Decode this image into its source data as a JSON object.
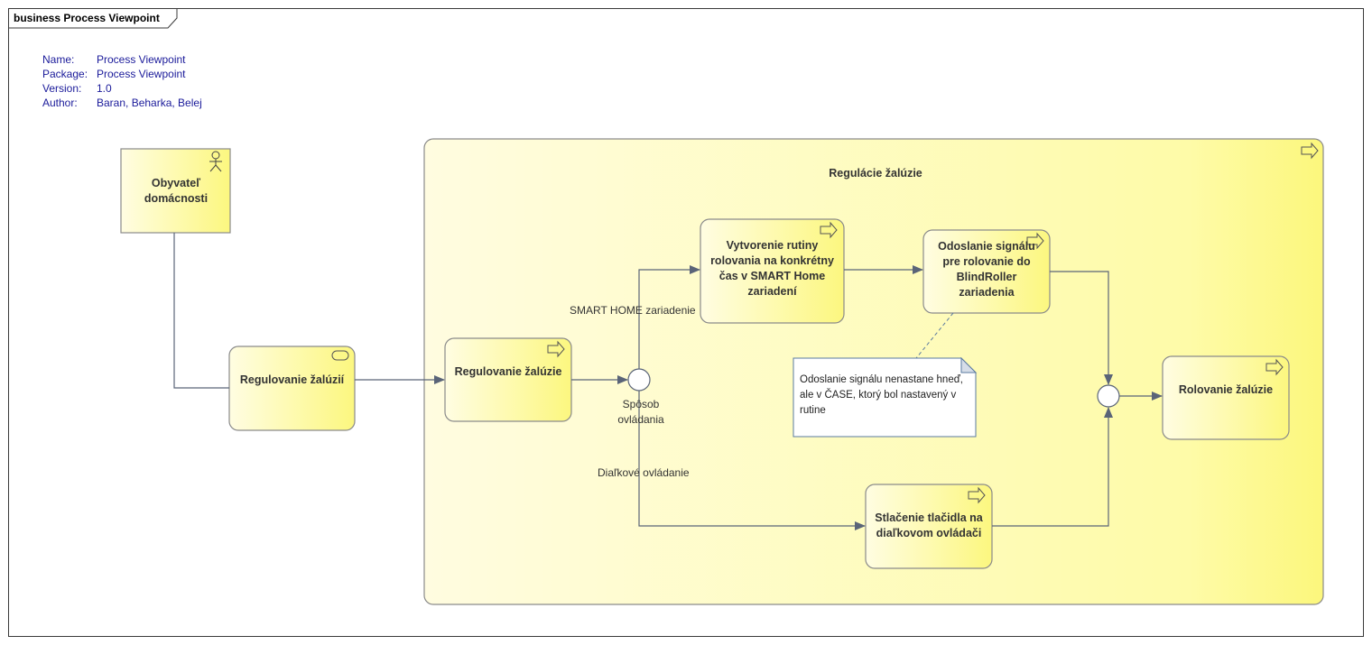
{
  "diagram": {
    "title": "business Process Viewpoint"
  },
  "meta": {
    "name_key": "Name:",
    "name_val": "Process Viewpoint",
    "package_key": "Package:",
    "package_val": "Process Viewpoint",
    "version_key": "Version:",
    "version_val": "1.0",
    "author_key": "Author:",
    "author_val": "Baran, Beharka, Belej"
  },
  "group": {
    "title": "Regulácie žalúzie"
  },
  "elements": {
    "actor": "Obyvateľ domácnosti",
    "service": "Regulovanie žalúzií",
    "proc_regulovanie": "Regulovanie žalúzie",
    "proc_vytvorenie": "Vytvorenie rutiny rolovania na konkrétny čas v SMART Home zariadení",
    "proc_odoslanie": "Odoslanie signálu pre rolovanie do BlindRoller zariadenia",
    "proc_rolovanie": "Rolovanie žalúzie",
    "proc_stlacenie": "Stlačenie tlačidla na diaľkovom ovládači"
  },
  "junction_label": "Spôsob ovládania",
  "edge_labels": {
    "smart_home": "SMART HOME zariadenie",
    "dialkove": "Diaľkové ovládanie"
  },
  "note": "Odoslanie signálu nenastane hneď, ale v ČASE, ktorý bol nastavený v rutine",
  "colors": {
    "fill_light": "#fffde0",
    "fill_dark": "#fdf985",
    "stroke": "#8a8a8a",
    "line": "#5a6478",
    "meta_text": "#1a1a9a"
  }
}
